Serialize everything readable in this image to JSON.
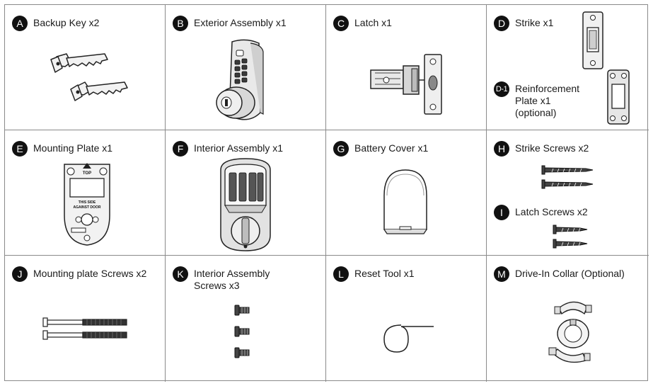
{
  "items": [
    {
      "letter": "A",
      "label": "Backup Key x2",
      "icon": "backup-key-icon"
    },
    {
      "letter": "B",
      "label": "Exterior Assembly x1",
      "icon": "exterior-assembly-icon"
    },
    {
      "letter": "C",
      "label": "Latch x1",
      "icon": "latch-icon"
    },
    {
      "letter": "D",
      "label": "Strike x1",
      "icon": "strike-icon"
    },
    {
      "letter": "D-1",
      "label_lines": [
        "Reinforcement",
        "Plate x1",
        "(optional)"
      ],
      "icon": "reinforcement-plate-icon"
    },
    {
      "letter": "E",
      "label": "Mounting Plate x1",
      "icon": "mounting-plate-icon",
      "plate_text": {
        "top": "TOP",
        "line1": "THIS SIDE",
        "line2": "AGAINST DOOR"
      }
    },
    {
      "letter": "F",
      "label": "Interior Assembly x1",
      "icon": "interior-assembly-icon"
    },
    {
      "letter": "G",
      "label": "Battery Cover x1",
      "icon": "battery-cover-icon"
    },
    {
      "letter": "H",
      "label": "Strike Screws x2",
      "icon": "strike-screws-icon"
    },
    {
      "letter": "I",
      "label": "Latch Screws x2",
      "icon": "latch-screws-icon"
    },
    {
      "letter": "J",
      "label": "Mounting plate Screws x2",
      "icon": "mounting-plate-screws-icon"
    },
    {
      "letter": "K",
      "label_lines": [
        "Interior Assembly",
        "Screws x3"
      ],
      "icon": "interior-assembly-screws-icon"
    },
    {
      "letter": "L",
      "label": "Reset Tool x1",
      "icon": "reset-tool-icon"
    },
    {
      "letter": "M",
      "label": "Drive-In Collar (Optional)",
      "icon": "drive-in-collar-icon"
    }
  ]
}
